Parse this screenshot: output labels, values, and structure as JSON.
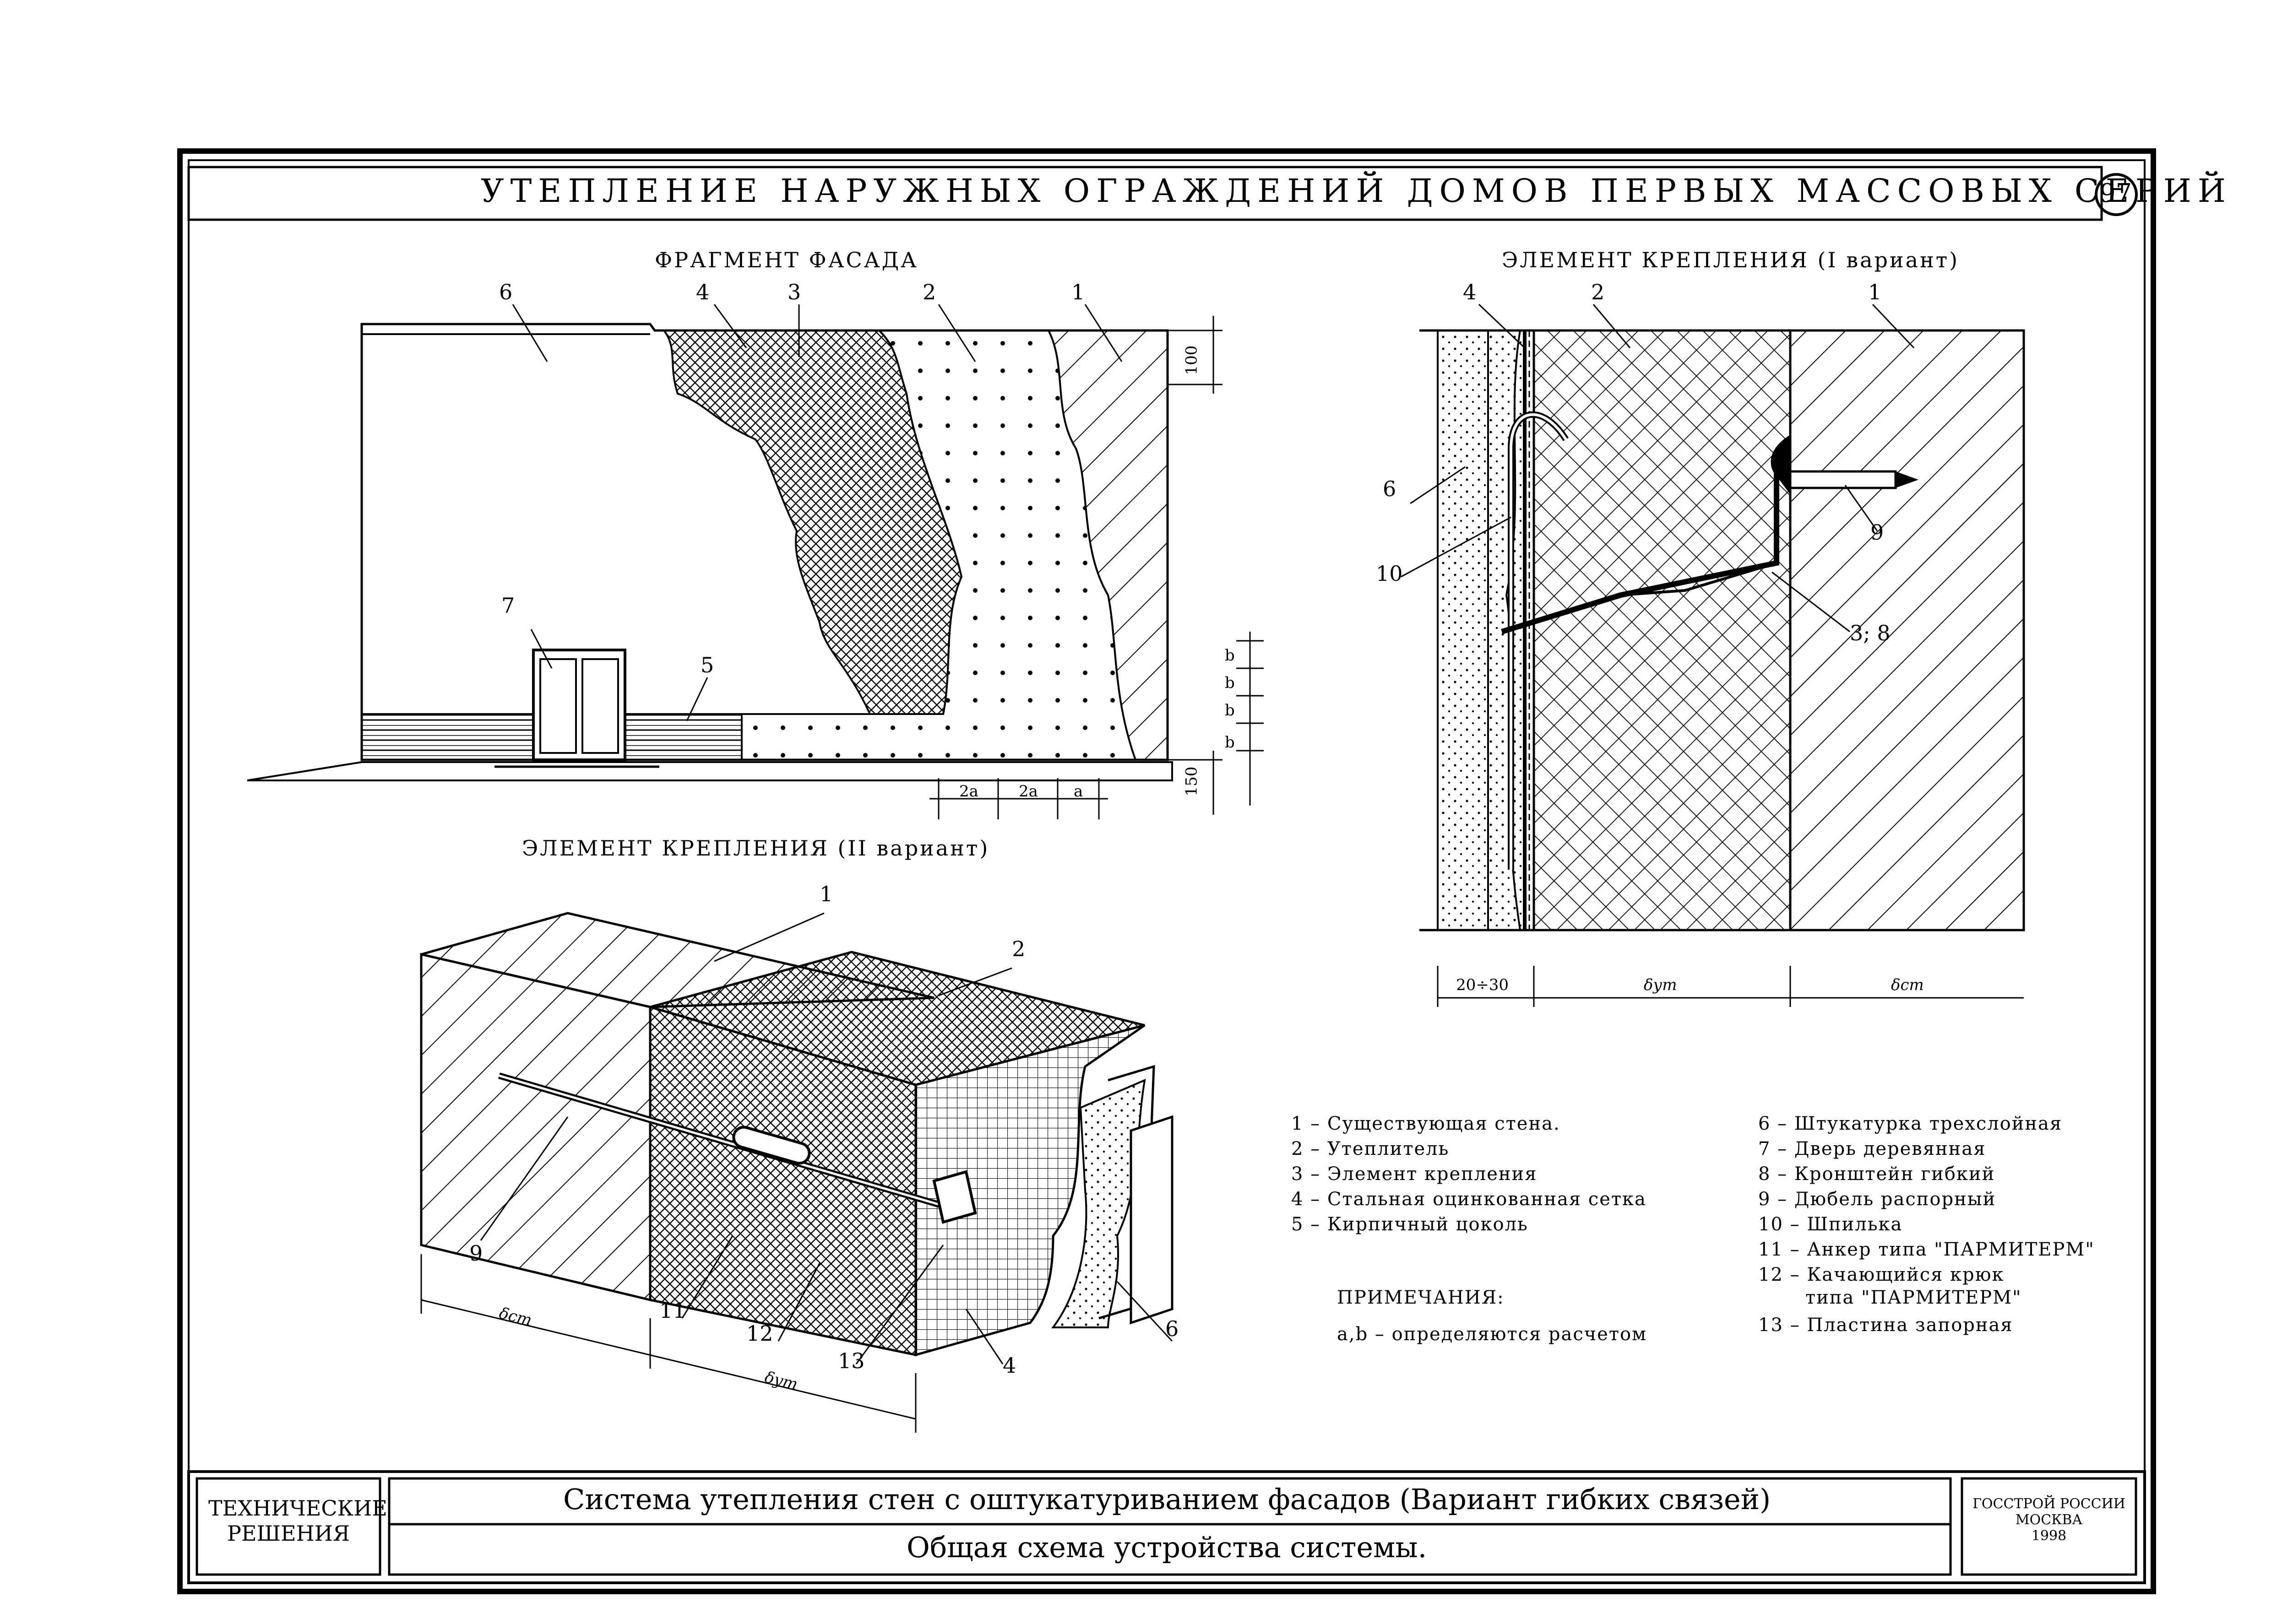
{
  "header": {
    "title": "УТЕПЛЕНИЕ НАРУЖНЫХ ОГРАЖДЕНИЙ ДОМОВ ПЕРВЫХ МАССОВЫХ СЕРИЙ",
    "page_number": "97"
  },
  "facade": {
    "title": "ФРАГМЕНТ ФАСАДА",
    "callouts": [
      "6",
      "4",
      "3",
      "2",
      "1",
      "7",
      "5"
    ],
    "dim_100": "100",
    "dim_150": "150",
    "dims_b": [
      "b",
      "b",
      "b",
      "b"
    ],
    "dims_bottom": [
      "2a",
      "2a",
      "a"
    ]
  },
  "variant1": {
    "title": "ЭЛЕМЕНТ КРЕПЛЕНИЯ (I вариант)",
    "callouts": [
      "4",
      "2",
      "1",
      "6",
      "10",
      "9",
      "3; 8"
    ],
    "dim_plaster": "20÷30",
    "dim_insulation": "δут",
    "dim_wall": "δст"
  },
  "variant2": {
    "title": "ЭЛЕМЕНТ КРЕПЛЕНИЯ (II вариант)",
    "callouts": [
      "1",
      "2",
      "9",
      "11",
      "12",
      "13",
      "4",
      "6"
    ],
    "dim_wall": "δст",
    "dim_insulation": "δут"
  },
  "legend": {
    "left": [
      "1 – Существующая стена.",
      "2 – Утеплитель",
      "3 – Элемент крепления",
      "4 – Стальная оцинкованная сетка",
      "5 – Кирпичный цоколь"
    ],
    "right": [
      "6 – Штукатурка трехслойная",
      "7 – Дверь деревянная",
      "8 – Кронштейн гибкий",
      "9 – Дюбель распорный",
      "10 – Шпилька",
      "11 – Анкер типа \"ПАРМИТЕРМ\"",
      "12 – Качающийся крюк",
      "       типа \"ПАРМИТЕРМ\"",
      "13 – Пластина запорная"
    ],
    "notes_title": "ПРИМЕЧАНИЯ:",
    "notes_text": "a,b – определяются расчетом"
  },
  "title_block": {
    "stamp_line1": "ТЕХНИЧЕСКИЕ",
    "stamp_line2": "РЕШЕНИЯ",
    "main_title": "Система утепления стен с оштукатуриванием фасадов (Вариант гибких связей)",
    "subtitle": "Общая схема устройства системы.",
    "org_line1": "ГОССТРОЙ РОССИИ",
    "org_line2": "МОСКВА",
    "org_year": "1998"
  }
}
